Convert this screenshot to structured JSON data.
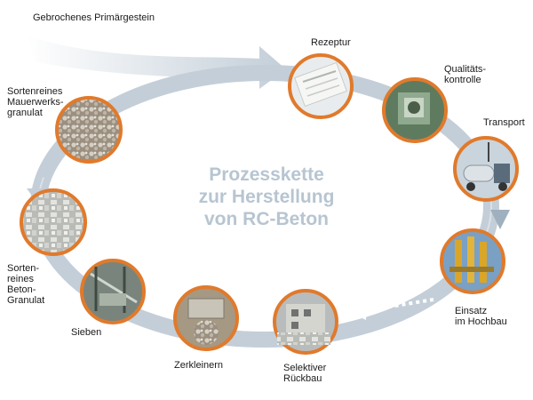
{
  "center_title": "Prozesskette\nzur Herstellung\nvon RC-Beton",
  "input_label": "Gebrochenes Primärgestein",
  "steps": [
    {
      "id": "rezeptur",
      "label": "Rezeptur",
      "icon": "recipe-document-icon"
    },
    {
      "id": "qualitaet",
      "label": "Qualitäts-\nkontrolle",
      "icon": "quality-control-icon"
    },
    {
      "id": "transport",
      "label": "Transport",
      "icon": "concrete-mixer-truck-icon"
    },
    {
      "id": "einsatz",
      "label": "Einsatz\nim Hochbau",
      "icon": "building-construction-icon"
    },
    {
      "id": "rueckbau",
      "label": "Selektiver\nRückbau",
      "icon": "demolition-icon"
    },
    {
      "id": "zerkleinern",
      "label": "Zerkleinern",
      "icon": "crusher-icon"
    },
    {
      "id": "sieben",
      "label": "Sieben",
      "icon": "screening-plant-icon"
    },
    {
      "id": "beton-granulat",
      "label": "Sorten-\nreines\nBeton-\nGranulat",
      "icon": "concrete-granulate-icon"
    },
    {
      "id": "mauerwerk-granulat",
      "label": "Sortenreines\nMauerwerks-\ngranulat",
      "icon": "masonry-granulate-icon"
    }
  ],
  "colors": {
    "ring": "#e07a2c",
    "arrow": "#c3ced8",
    "arrow_dark": "#9fb0be",
    "center_text": "#b7c5d1"
  }
}
